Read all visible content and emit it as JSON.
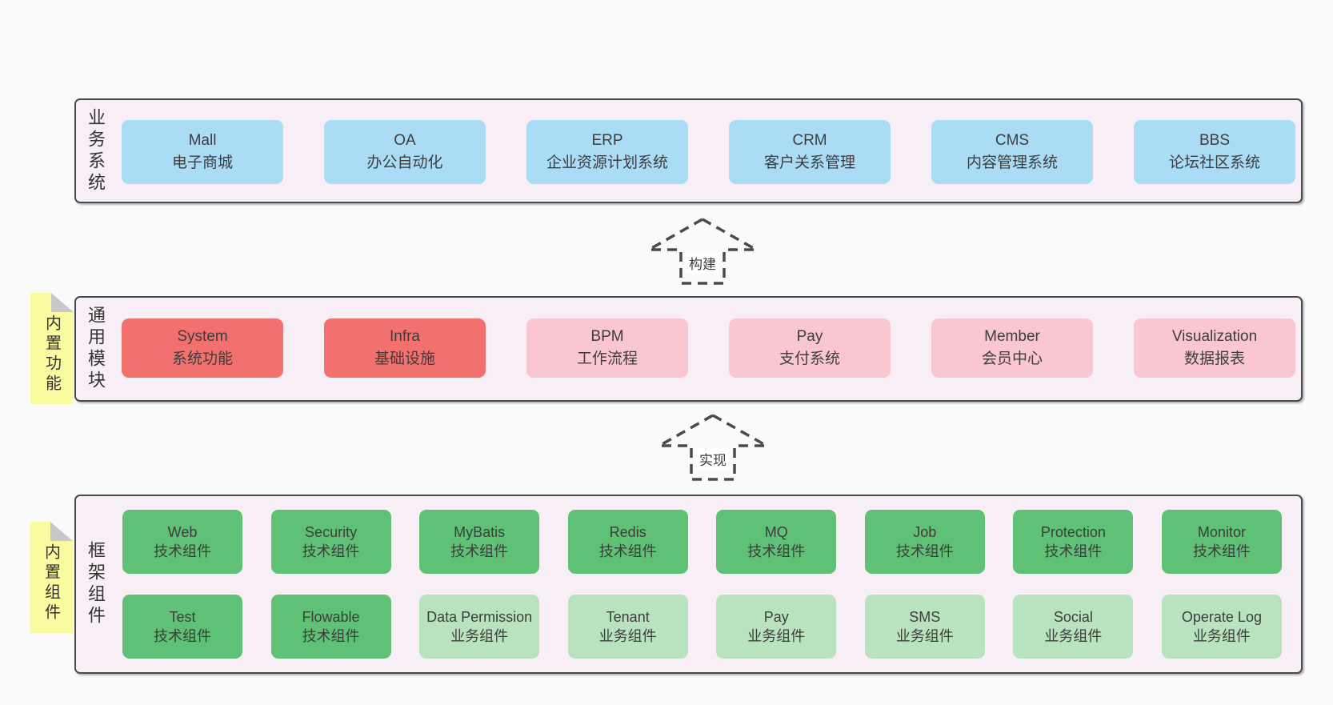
{
  "diagram": {
    "arrows": [
      {
        "label": "构建"
      },
      {
        "label": "实现"
      }
    ],
    "notes": [
      {
        "text": "内置功能"
      },
      {
        "text": "内置组件"
      }
    ],
    "bands": [
      {
        "label": "业务系统",
        "boxes": [
          {
            "title": "Mall",
            "subtitle": "电子商城"
          },
          {
            "title": "OA",
            "subtitle": "办公自动化"
          },
          {
            "title": "ERP",
            "subtitle": "企业资源计划系统"
          },
          {
            "title": "CRM",
            "subtitle": "客户关系管理"
          },
          {
            "title": "CMS",
            "subtitle": "内容管理系统"
          },
          {
            "title": "BBS",
            "subtitle": "论坛社区系统"
          }
        ]
      },
      {
        "label": "通用模块",
        "boxes": [
          {
            "title": "System",
            "subtitle": "系统功能"
          },
          {
            "title": "Infra",
            "subtitle": "基础设施"
          },
          {
            "title": "BPM",
            "subtitle": "工作流程"
          },
          {
            "title": "Pay",
            "subtitle": "支付系统"
          },
          {
            "title": "Member",
            "subtitle": "会员中心"
          },
          {
            "title": "Visualization",
            "subtitle": "数据报表"
          }
        ]
      },
      {
        "label": "框架组件",
        "row1": [
          {
            "title": "Web",
            "subtitle": "技术组件"
          },
          {
            "title": "Security",
            "subtitle": "技术组件"
          },
          {
            "title": "MyBatis",
            "subtitle": "技术组件"
          },
          {
            "title": "Redis",
            "subtitle": "技术组件"
          },
          {
            "title": "MQ",
            "subtitle": "技术组件"
          },
          {
            "title": "Job",
            "subtitle": "技术组件"
          },
          {
            "title": "Protection",
            "subtitle": "技术组件"
          },
          {
            "title": "Monitor",
            "subtitle": "技术组件"
          }
        ],
        "row2": [
          {
            "title": "Test",
            "subtitle": "技术组件"
          },
          {
            "title": "Flowable",
            "subtitle": "技术组件"
          },
          {
            "title": "Data Permission",
            "subtitle": "业务组件"
          },
          {
            "title": "Tenant",
            "subtitle": "业务组件"
          },
          {
            "title": "Pay",
            "subtitle": "业务组件"
          },
          {
            "title": "SMS",
            "subtitle": "业务组件"
          },
          {
            "title": "Social",
            "subtitle": "业务组件"
          },
          {
            "title": "Operate Log",
            "subtitle": "业务组件"
          }
        ]
      }
    ],
    "colors": {
      "box_blue": "#aadcf6",
      "box_red": "#f2706e",
      "box_pink": "#fac7d1",
      "box_green_dark": "#5fc175",
      "box_green_light": "#b9e3bf",
      "band_background": "#f8eef6",
      "note_yellow": "#fafaa0",
      "note_fold_gray": "#c8c8c8",
      "border_dark": "#4a4a4a",
      "page_background": "#fafafa"
    }
  }
}
